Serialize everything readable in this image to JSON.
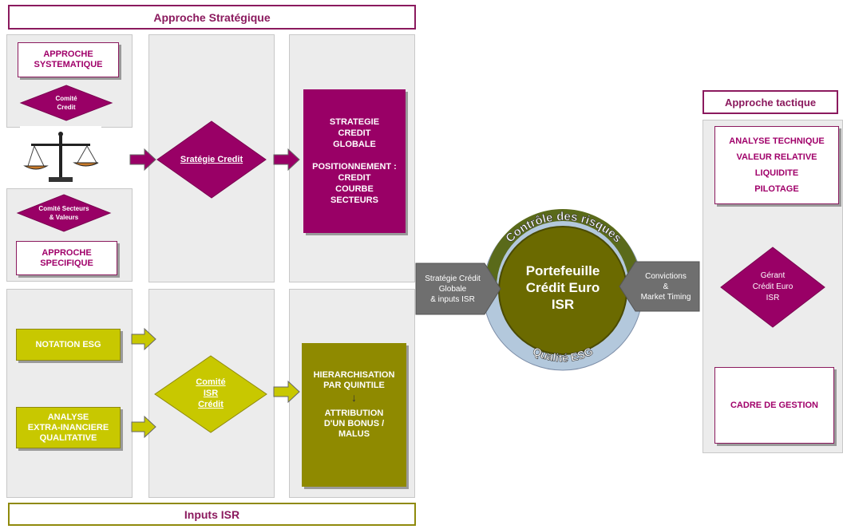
{
  "header_top": "Approche Stratégique",
  "header_bottom": "Inputs ISR",
  "approche_systematique": [
    "APPROCHE",
    "SYSTEMATIQUE"
  ],
  "comite_credit": [
    "Comité",
    "Credit"
  ],
  "comite_secteurs": [
    "Comité Secteurs",
    "& Valeurs"
  ],
  "approche_specifique": [
    "APPROCHE",
    "SPECIFIQUE"
  ],
  "strategie_credit": "Sratégie Credit",
  "strategie_box": {
    "line1": [
      "STRATEGIE",
      "CREDIT",
      "GLOBALE"
    ],
    "line2": [
      "POSITIONNEMENT :",
      "CREDIT",
      "COURBE",
      "SECTEURS"
    ]
  },
  "notation_esg": "NOTATION ESG",
  "analyse_extra": [
    "ANALYSE",
    "EXTRA-INANCIERE",
    "QUALITATIVE"
  ],
  "comite_isr": [
    "Comité",
    "ISR",
    "Crédit"
  ],
  "hierarchisation": [
    "HIERARCHISATION",
    "PAR QUINTILE"
  ],
  "attribution": [
    "ATTRIBUTION",
    "D'UN BONUS /",
    "MALUS"
  ],
  "arrow_left": [
    "Stratégie Crédit",
    "Globale",
    "& inputs ISR"
  ],
  "arrow_right": [
    "Convictions",
    "&",
    "Market Timing"
  ],
  "center": {
    "title": [
      "Portefeuille",
      "Crédit Euro",
      "ISR"
    ],
    "arc_top": "Contrôle des risques",
    "arc_bottom": "Qualité ESG"
  },
  "tactique": {
    "header": "Approche tactique",
    "items": [
      "ANALYSE TECHNIQUE",
      "VALEUR RELATIVE",
      "LIQUIDITE",
      "PILOTAGE"
    ],
    "gerant": [
      "Gérant",
      "Crédit Euro",
      "ISR"
    ],
    "cadre": "CADRE DE GESTION"
  },
  "colors": {
    "magenta": "#990066",
    "olive": "#c8c800",
    "dark_olive": "#8f8a00",
    "center_fill": "#6b6a00"
  },
  "icons": [
    "balance-scale-icon"
  ]
}
